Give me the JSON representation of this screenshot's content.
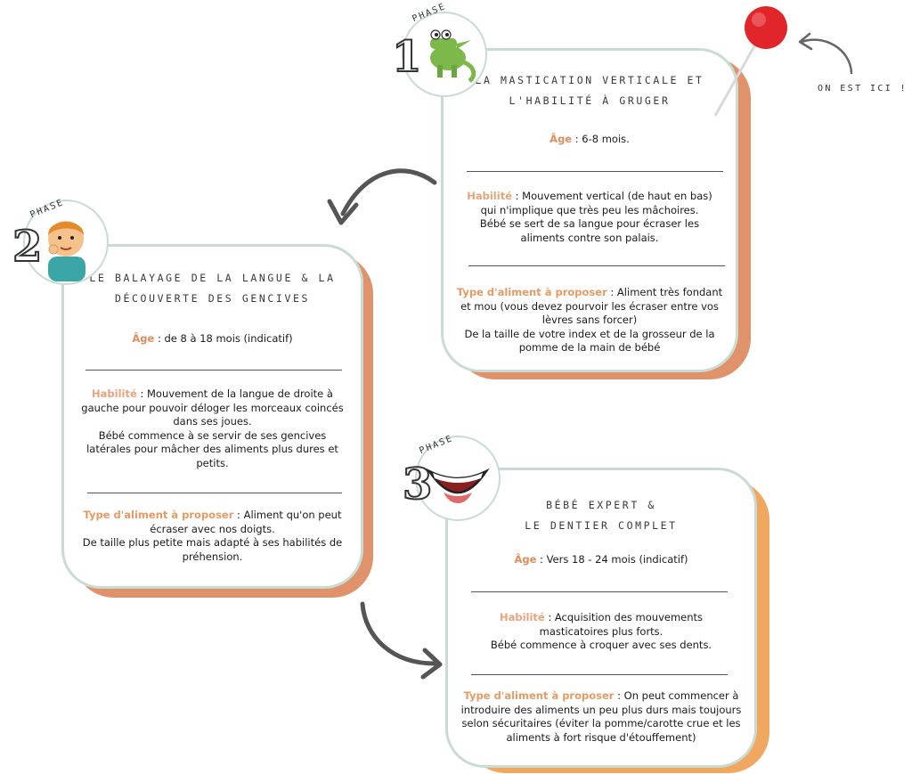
{
  "pointer_label": "ON EST ICI !",
  "phases": [
    {
      "phase_word": "PHASE",
      "number": "1",
      "title_line1": "LA MASTICATION VERTICALE ET",
      "title_line2": "L'HABILITÉ À GRUGER",
      "age_label": "Âge",
      "age_text": " : 6-8 mois.",
      "habilite_label": "Habilité",
      "habilite_text": " : Mouvement vertical (de haut en bas) qui n'implique que très peu les mâchoires.",
      "habilite_text2": "Bébé se sert de sa langue pour écraser les aliments contre son palais.",
      "type_label": "Type d'aliment à proposer",
      "type_text": " : Aliment très fondant et mou (vous devez pourvoir les écraser entre vos lèvres sans forcer)",
      "type_text2": "De la taille de votre index et de la grosseur de la pomme de la main de bébé"
    },
    {
      "phase_word": "PHASE",
      "number": "2",
      "title_line1": "LE BALAYAGE DE LA LANGUE & LA",
      "title_line2": "DÉCOUVERTE DES GENCIVES",
      "age_label": "Âge",
      "age_text": " : de 8 à 18 mois (indicatif)",
      "habilite_label": "Habilité",
      "habilite_text": " : Mouvement de la langue de droite à gauche pour pouvoir déloger les morceaux coincés dans ses joues.",
      "habilite_text2": "Bébé commence à se servir de ses gencives latérales pour mâcher des aliments plus dures et petits.",
      "type_label": "Type d'aliment à proposer",
      "type_text": " : Aliment qu'on peut écraser avec nos doigts.",
      "type_text2": "De taille plus petite mais adapté à ses habilités de préhension."
    },
    {
      "phase_word": "PHASE",
      "number": "3",
      "title_line1": "BÉBÉ EXPERT &",
      "title_line2": "LE DENTIER COMPLET",
      "age_label": "Âge",
      "age_text": " : Vers 18 - 24 mois (indicatif)",
      "habilite_label": "Habilité",
      "habilite_text": " :  Acquisition des mouvements masticatoires plus forts.",
      "habilite_text2": "Bébé commence à croquer avec ses dents.",
      "type_label": "Type d'aliment à proposer",
      "type_text": " :  On peut commencer à introduire des aliments un peu plus durs mais toujours selon sécuritaires (éviter la pomme/carotte crue et les aliments à fort risque d'étouffement)",
      "type_text2": ""
    }
  ],
  "colors": {
    "card_border": "#c9dcd4",
    "shadow_phase1_2": "#e0936a",
    "shadow_phase3": "#f0a860",
    "label_orange": "#e08c5e",
    "pin_red": "#e0262b",
    "arrow_gray": "#555555"
  },
  "icons": {
    "phase1": "crocodile-icon",
    "phase2": "boy-eating-icon",
    "phase3": "smiling-mouth-icon",
    "pointer": "push-pin-icon"
  }
}
